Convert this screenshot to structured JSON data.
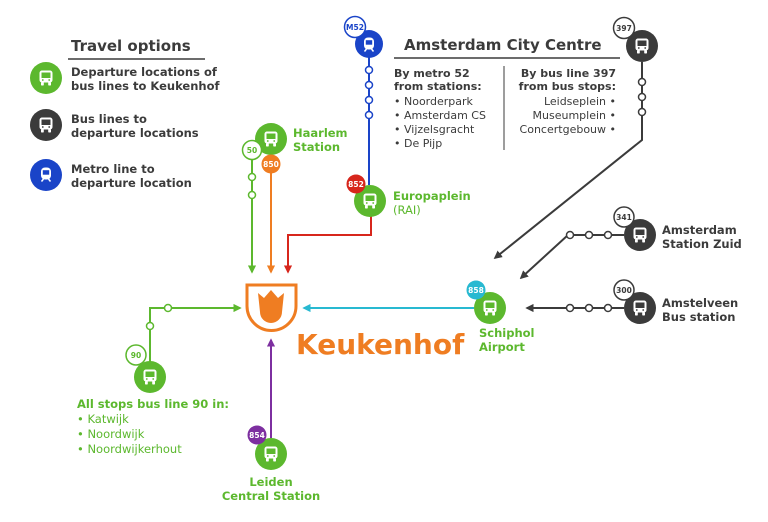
{
  "colors": {
    "green": "#5cb82e",
    "dark": "#3b3b3b",
    "blue": "#1a44c8",
    "orange": "#ef7d22",
    "red": "#d7261c",
    "cyan": "#28b9d1",
    "purple": "#7d2fa0"
  },
  "legend": {
    "title": "Travel options",
    "items": [
      {
        "line1": "Departure locations of",
        "line2": "bus lines to Keukenhof",
        "icon": "bus-icon"
      },
      {
        "line1": "Bus lines to",
        "line2": "departure locations",
        "icon": "bus-icon"
      },
      {
        "line1": "Metro line to",
        "line2": "departure location",
        "icon": "metro-icon"
      }
    ]
  },
  "amsterdam": {
    "title": "Amsterdam City Centre",
    "metro": {
      "heading1": "By metro 52",
      "heading2": "from stations:",
      "stations": [
        "• Noorderpark",
        "• Amsterdam CS",
        "• Vijzelsgracht",
        "• De Pijp"
      ]
    },
    "bus": {
      "heading1": "By bus line 397",
      "heading2": "from bus stops:",
      "stops": [
        "Leidseplein •",
        "Museumplein •",
        "Concertgebouw •"
      ]
    }
  },
  "destination": {
    "name": "Keukenhof"
  },
  "stations": {
    "haarlem": {
      "line1": "Haarlem",
      "line2": "Station"
    },
    "europaplein": {
      "line1": "Europaplein",
      "line2": "(RAI)"
    },
    "schiphol": {
      "line1": "Schiphol",
      "line2": "Airport"
    },
    "zuid": {
      "line1": "Amsterdam",
      "line2": "Station Zuid"
    },
    "amstelveen": {
      "line1": "Amstelveen",
      "line2": "Bus station"
    },
    "leiden": {
      "line1": "Leiden",
      "line2": "Central Station"
    }
  },
  "line90": {
    "heading": "All stops bus line 90 in:",
    "stops": [
      "• Katwijk",
      "• Noordwijk",
      "• Noordwijkerhout"
    ]
  },
  "badges": {
    "m52": "M52",
    "b397": "397",
    "b50": "50",
    "b850": "850",
    "b852": "852",
    "b341": "341",
    "b858": "858",
    "b300": "300",
    "b90": "90",
    "b854": "854"
  }
}
